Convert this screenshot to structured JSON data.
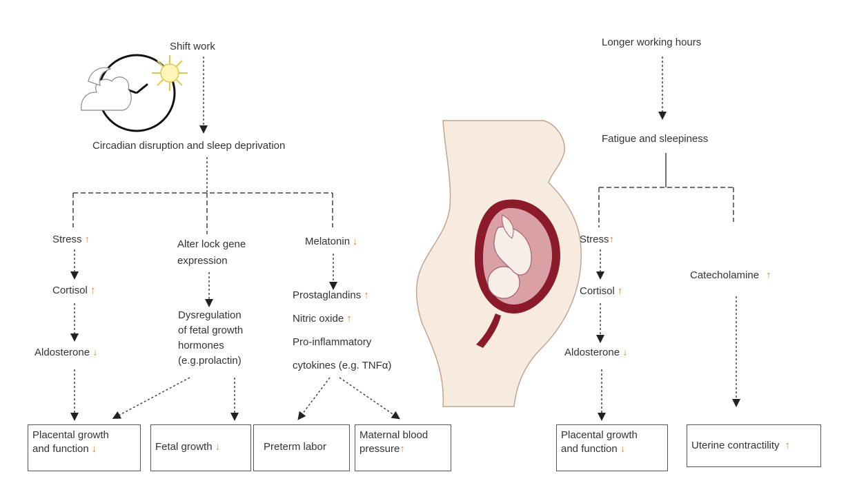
{
  "left": {
    "top": "Shift work",
    "cause": "Circadian disruption and sleep deprivation",
    "stress": "Stress",
    "cortisol": "Cortisol",
    "aldosterone": "Aldosterone",
    "clock_line1": "Alter lock gene",
    "clock_line2": "expression",
    "dysreg_line1": "Dysregulation",
    "dysreg_line2": "of fetal growth",
    "dysreg_line3": "hormones",
    "dysreg_line4": "(e.g.prolactin)",
    "melatonin": "Melatonin",
    "prostaglandins": "Prostaglandins",
    "nitric": "Nitric oxide",
    "proinf_line1": "Pro-inflammatory",
    "proinf_line2": "cytokines (e.g. TNFα)"
  },
  "boxes": {
    "placental_line1": "Placental growth",
    "placental_line2": "and function",
    "fetal": "Fetal growth",
    "preterm": "Preterm labor",
    "maternal_line1": "Maternal blood",
    "maternal_line2": "pressure",
    "placental2_line1": "Placental growth",
    "placental2_line2": "and function",
    "uterine": "Uterine contractility"
  },
  "right": {
    "top": "Longer working hours",
    "cause": "Fatigue and sleepiness",
    "stress": "Stress",
    "cortisol": "Cortisol",
    "aldosterone": "Aldosterone",
    "catecholamine": "Catecholamine"
  },
  "arrows": {
    "up": "↑",
    "down": "↓"
  },
  "colors": {
    "arrow_accent": "#d8892b",
    "uterus": "#8b1a2b",
    "skin": "#f7ebe0"
  },
  "icons": [
    "clock-sun-moon-icon",
    "pregnant-woman-illustration"
  ]
}
